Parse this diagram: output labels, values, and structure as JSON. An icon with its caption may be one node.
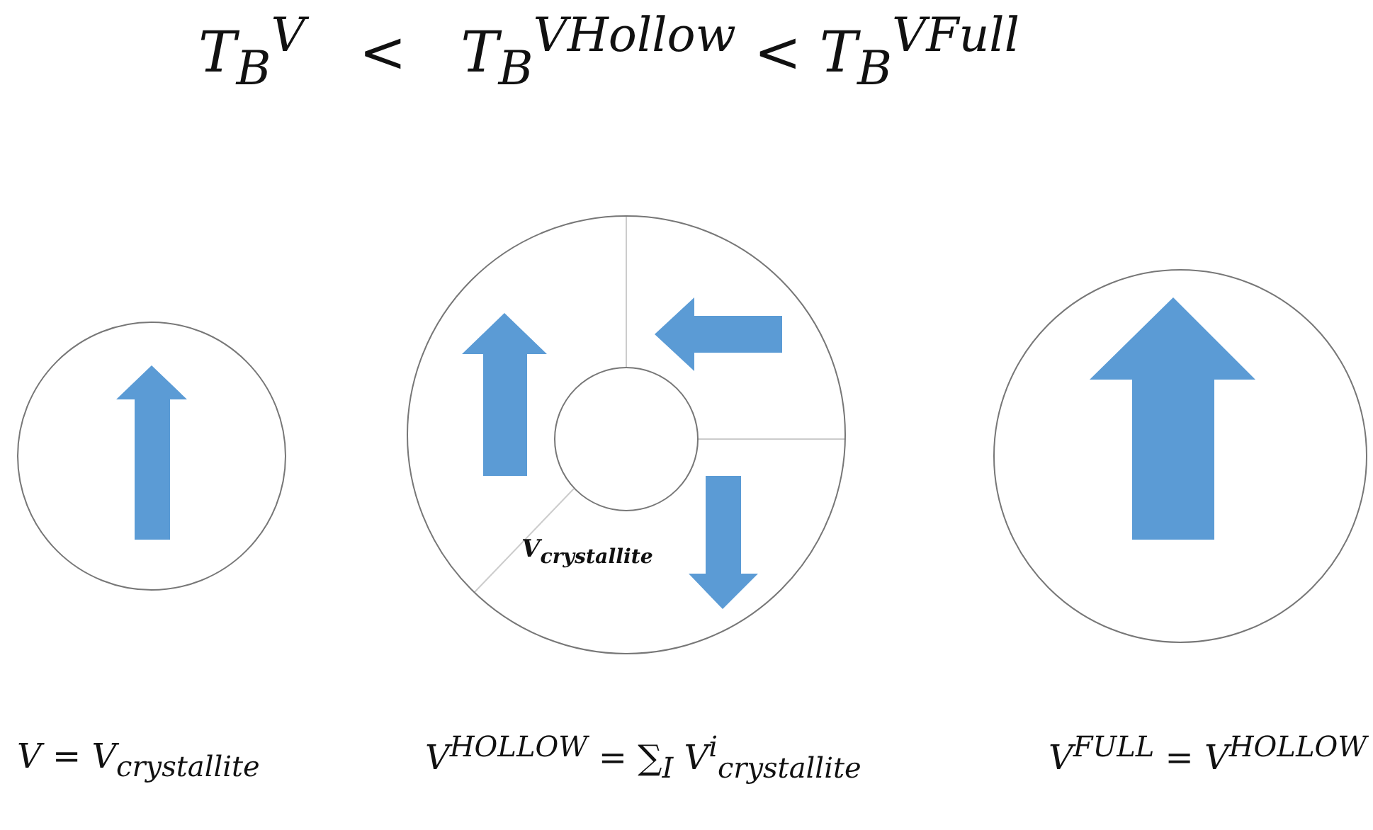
{
  "diagram": {
    "title": "T$_{B}$$^{V}$   <   T$_{B}$$^{V}$$^{Hollow}$ < T$_{B}$$^{V}$$^{Full}$",
    "nodes": [
      {
        "text": [],
        "shape": "circle"
      },
      {
        "text": [
          "V$_{crystallite}$"
        ]
      },
      {
        "text": [],
        "shape": "circle",
        "in": 1
      },
      {
        "text": [],
        "shape": "circle"
      }
    ],
    "labels": [
      "V = V$_{crystallite}$",
      "V$^{HOLLOW}$ = ∑$_{I}$ V$^{i}$$_{crystallite}$",
      "V$^{FULL}$ = V$^{HOLLOW}$"
    ]
  }
}
